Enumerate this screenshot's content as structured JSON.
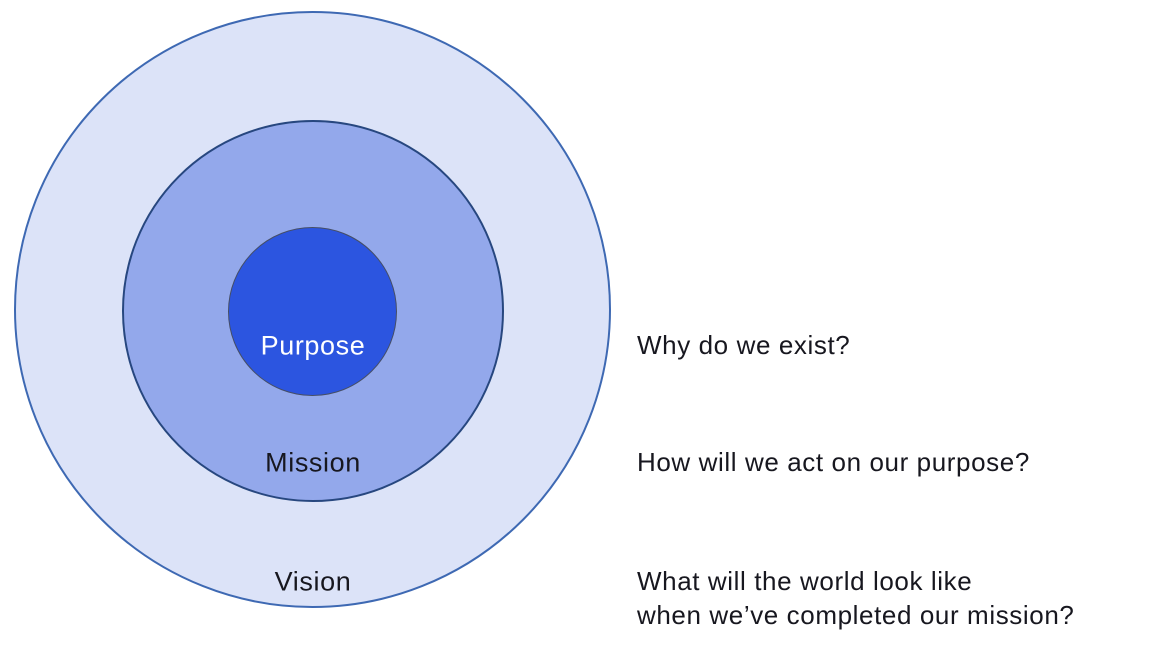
{
  "canvas": {
    "background": "#ffffff"
  },
  "diagram": {
    "type": "concentric-circles",
    "rings": [
      {
        "id": "vision",
        "label": "Vision",
        "fill": "#dce3f8",
        "border": "#3e69b3",
        "label_color": "#17171f"
      },
      {
        "id": "mission",
        "label": "Mission",
        "fill": "#93a8eb",
        "border": "#27477f",
        "label_color": "#17171f"
      },
      {
        "id": "purpose",
        "label": "Purpose",
        "fill": "#2c55e0",
        "border": "#454e66",
        "label_color": "#ffffff"
      }
    ]
  },
  "annotations": {
    "purpose_question": "Why do we exist?",
    "mission_question": "How will we act on our purpose?",
    "vision_question_line1": "What will the world look like",
    "vision_question_line2": "when we’ve completed our mission?"
  }
}
